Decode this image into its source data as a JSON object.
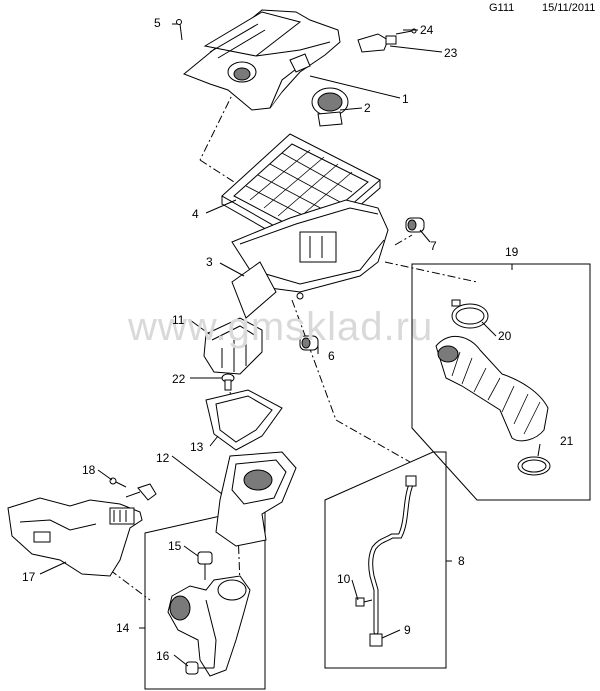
{
  "header": {
    "code": "G111",
    "date": "15/11/2011"
  },
  "watermark": "www.gmsklad.ru",
  "callouts": {
    "c1": "1",
    "c2": "2",
    "c3": "3",
    "c4": "4",
    "c5": "5",
    "c6": "6",
    "c7": "7",
    "c8": "8",
    "c9": "9",
    "c10": "10",
    "c11": "11",
    "c12": "12",
    "c13": "13",
    "c14": "14",
    "c15": "15",
    "c16": "16",
    "c17": "17",
    "c18": "18",
    "c19": "19",
    "c20": "20",
    "c21": "21",
    "c22": "22",
    "c23": "23",
    "c24": "24"
  },
  "colors": {
    "line": "#000000",
    "part_fill": "#ffffff",
    "shade": "#7a7a7a",
    "watermark": "#d9d9d9"
  }
}
